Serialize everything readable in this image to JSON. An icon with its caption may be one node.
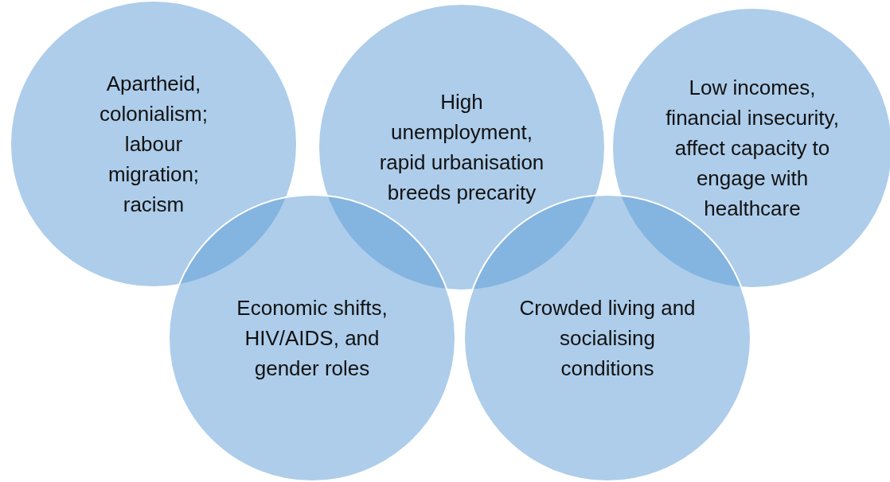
{
  "diagram": {
    "nodes": [
      {
        "text": [
          "Apartheid, colonialism; labour migration; racism"
        ]
      },
      {
        "text": [
          "High unemployment, rapid urbanisation breeds precarity"
        ]
      },
      {
        "text": [
          "Low incomes, financial insecurity, affect capacity to engage with healthcare"
        ]
      },
      {
        "text": [
          "Economic shifts, HIV/AIDS, and gender roles"
        ]
      },
      {
        "text": [
          "Crowded living and socialising conditions"
        ]
      }
    ]
  }
}
